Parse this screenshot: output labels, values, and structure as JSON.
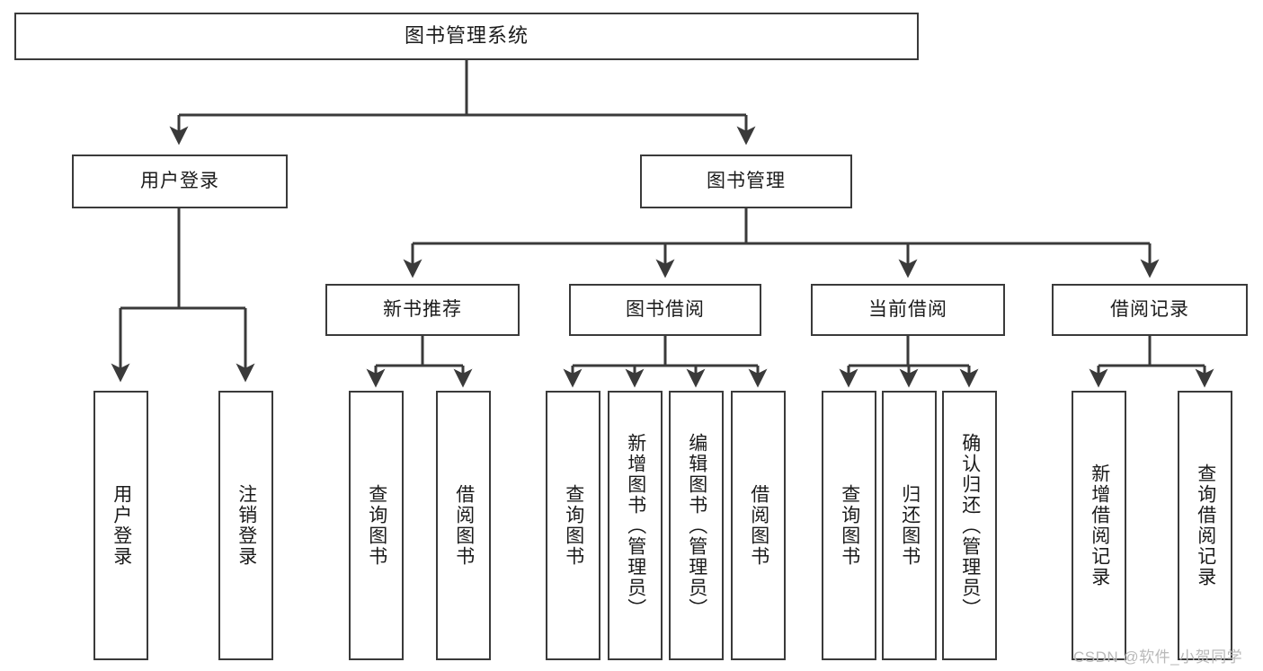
{
  "diagram": {
    "title": "图书管理系统",
    "type": "tree-hierarchy-diagram",
    "colors": {
      "stroke": "#3a3a3a",
      "fill": "#ffffff",
      "text": "#1b1b1b",
      "watermark": "#b9b9b9"
    }
  },
  "nodes": {
    "root": {
      "label": "图书管理系统"
    },
    "level2": [
      {
        "label": "用户登录"
      },
      {
        "label": "图书管理"
      }
    ],
    "level3": [
      {
        "label": "新书推荐"
      },
      {
        "label": "图书借阅"
      },
      {
        "label": "当前借阅"
      },
      {
        "label": "借阅记录"
      }
    ],
    "leaves": {
      "user_login": [
        {
          "label": "用户登录"
        },
        {
          "label": "注销登录"
        }
      ],
      "new_book_recommend": [
        {
          "label": "查询图书"
        },
        {
          "label": "借阅图书"
        }
      ],
      "book_borrow": [
        {
          "label": "查询图书"
        },
        {
          "label": "新增图书（管理员）"
        },
        {
          "label": "编辑图书（管理员）"
        },
        {
          "label": "借阅图书"
        }
      ],
      "current_borrow": [
        {
          "label": "查询图书"
        },
        {
          "label": "归还图书"
        },
        {
          "label": "确认归还（管理员）"
        }
      ],
      "borrow_record": [
        {
          "label": "新增借阅记录"
        },
        {
          "label": "查询借阅记录"
        }
      ]
    }
  },
  "watermark": {
    "text": "CSDN @软件_小贺同学"
  }
}
